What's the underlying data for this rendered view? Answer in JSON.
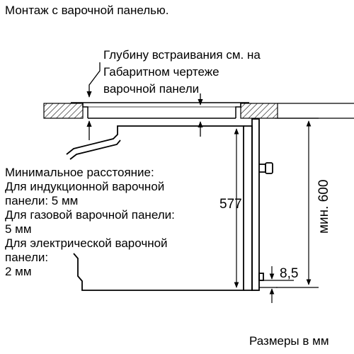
{
  "title": "Монтаж с варочной панелью.",
  "depth_note": [
    "Глубину встраивания см. на",
    "Габаритном чертеже",
    "варочной панели"
  ],
  "min_distance_note": [
    "Минимальное расстояние:",
    "Для индукционной варочной",
    "панели: 5 мм",
    "Для газовой варочной панели:",
    "5 мм",
    "Для электрической варочной",
    "панели:",
    "2 мм"
  ],
  "dimensions": {
    "oven_height": "577",
    "min_niche_height": "мин. 600",
    "bottom_offset": "8,5"
  },
  "units_note": "Размеры в мм"
}
